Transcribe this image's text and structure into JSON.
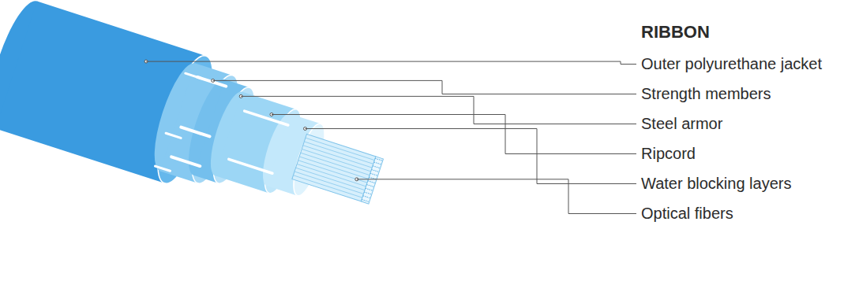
{
  "diagram": {
    "title": "RIBBON",
    "labels": [
      "Outer polyurethane jacket",
      "Strength members",
      "Steel armor",
      "Ripcord",
      "Water blocking layers",
      "Optical fibers"
    ]
  }
}
